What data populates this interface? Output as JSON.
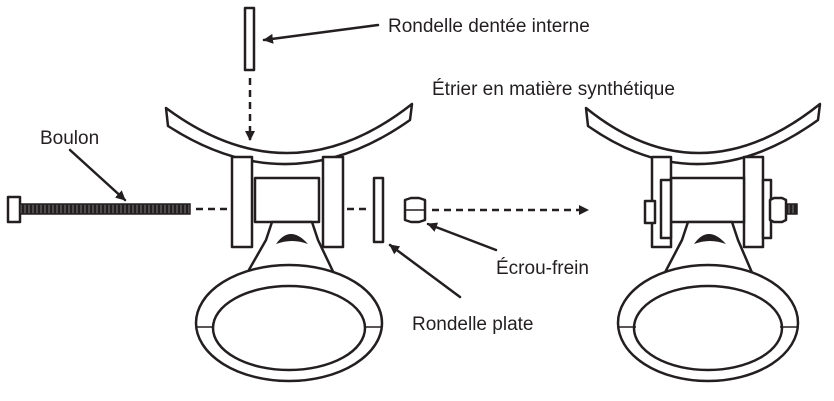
{
  "labels": {
    "internal_tooth_washer": "Rondelle dentée interne",
    "synthetic_bracket": "Étrier en matière  synthétique",
    "bolt": "Boulon",
    "lock_nut": "Écrou-frein",
    "flat_washer": "Rondelle plate"
  },
  "colors": {
    "ink": "#231f20",
    "background": "#ffffff"
  }
}
